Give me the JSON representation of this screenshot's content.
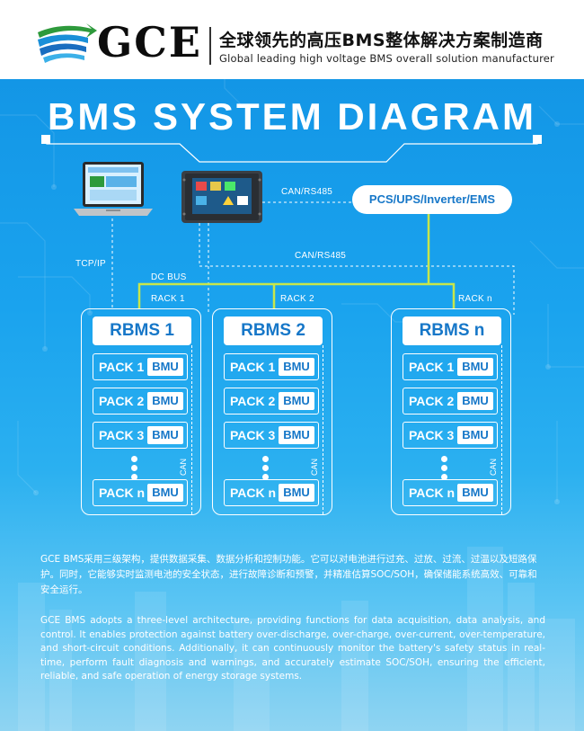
{
  "header": {
    "logo_text": "GCE",
    "tagline_cn": "全球领先的高压BMS整体解决方案制造商",
    "tagline_en": "Global leading high voltage BMS overall solution manufacturer"
  },
  "title": "BMS SYSTEM DIAGRAM",
  "connections": {
    "can_rs485_top": "CAN/RS485",
    "can_rs485_mid": "CAN/RS485",
    "tcp_ip": "TCP/IP",
    "dc_bus": "DC BUS",
    "pcs_label": "PCS/UPS/Inverter/EMS"
  },
  "racks": [
    {
      "rack_label": "RACK 1",
      "rbms": "RBMS 1",
      "packs": [
        {
          "label": "PACK 1",
          "bmu": "BMU"
        },
        {
          "label": "PACK 2",
          "bmu": "BMU"
        },
        {
          "label": "PACK 3",
          "bmu": "BMU"
        },
        {
          "label": "PACK n",
          "bmu": "BMU"
        }
      ],
      "can": "CAN"
    },
    {
      "rack_label": "RACK 2",
      "rbms": "RBMS 2",
      "packs": [
        {
          "label": "PACK 1",
          "bmu": "BMU"
        },
        {
          "label": "PACK 2",
          "bmu": "BMU"
        },
        {
          "label": "PACK 3",
          "bmu": "BMU"
        },
        {
          "label": "PACK n",
          "bmu": "BMU"
        }
      ],
      "can": "CAN"
    },
    {
      "rack_label": "RACK n",
      "rbms": "RBMS n",
      "packs": [
        {
          "label": "PACK 1",
          "bmu": "BMU"
        },
        {
          "label": "PACK 2",
          "bmu": "BMU"
        },
        {
          "label": "PACK 3",
          "bmu": "BMU"
        },
        {
          "label": "PACK n",
          "bmu": "BMU"
        }
      ],
      "can": "CAN"
    }
  ],
  "description": {
    "cn": "GCE BMS采用三级架构，提供数据采集、数据分析和控制功能。它可以对电池进行过充、过放、过流、过温以及短路保护。同时，它能够实时监测电池的安全状态，进行故障诊断和预警，并精准估算SOC/SOH，确保储能系统高效、可靠和安全运行。",
    "en": "GCE BMS adopts a three-level architecture, providing functions for data acquisition, data analysis, and control. It enables protection against battery over-discharge, over-charge, over-current, over-temperature, and short-circuit conditions. Additionally, it can continuously monitor the battery's safety status in real-time, perform fault diagnosis and warnings, and accurately estimate SOC/SOH, ensuring the efficient, reliable, and safe operation of energy storage systems."
  },
  "colors": {
    "accent_blue": "#1677c8",
    "bus_line": "#c8e64a",
    "background_top": "#1396e6"
  }
}
